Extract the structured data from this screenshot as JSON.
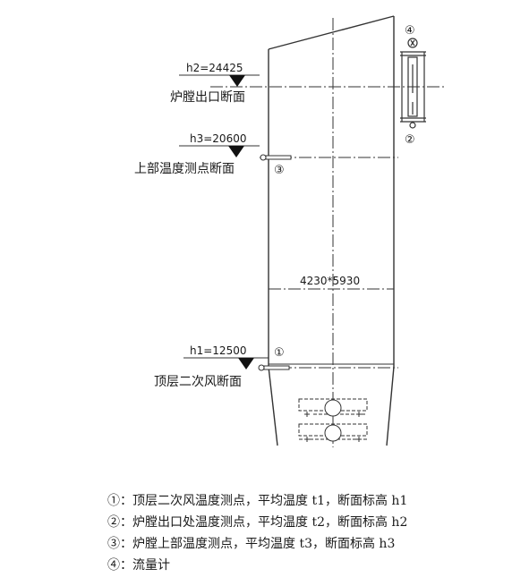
{
  "labels": {
    "h2": "h2=24425",
    "h2_section": "炉膛出口断面",
    "h3": "h3=20600",
    "h3_section": "上部温度测点断面",
    "h1": "h1=12500",
    "h1_section": "顶层二次风断面",
    "dimension": "4230*5930"
  },
  "markers": {
    "m1": "①",
    "m2": "②",
    "m3": "③",
    "m4": "④"
  },
  "legend": [
    "①：顶层二次风温度测点，平均温度 t1，断面标高 h1",
    "②：炉膛出口处温度测点，平均温度 t2，断面标高 h2",
    "③：炉膛上部温度测点，平均温度 t3，断面标高 h3",
    "④：流量计"
  ]
}
